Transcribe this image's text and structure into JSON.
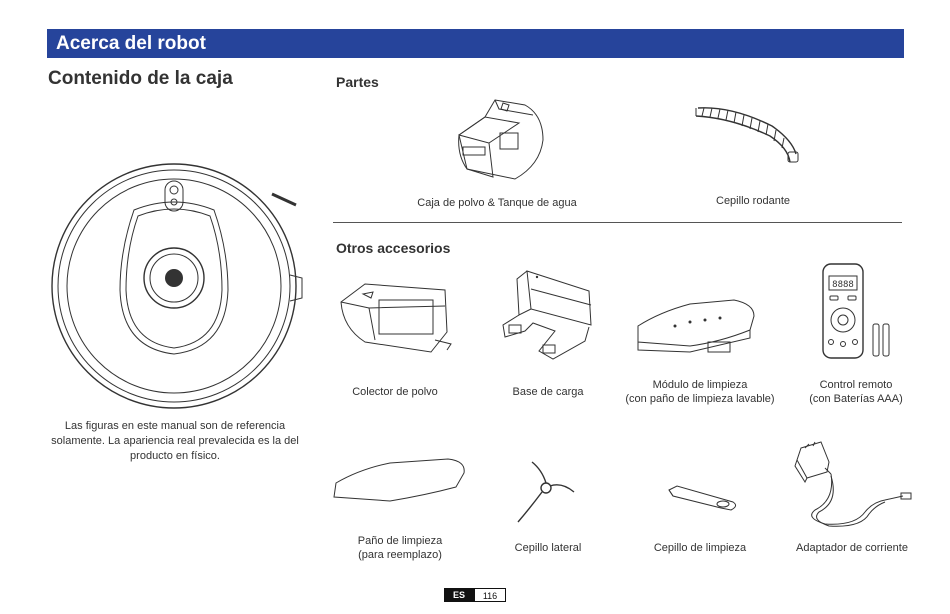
{
  "header": {
    "title": "Acerca del robot"
  },
  "section": {
    "title": "Contenido de la caja"
  },
  "parts": {
    "title": "Partes",
    "items": [
      {
        "label": "Caja de polvo  & Tanque de agua"
      },
      {
        "label": "Cepillo rodante"
      }
    ]
  },
  "accessories": {
    "title": "Otros accesorios",
    "items": [
      {
        "label": "Colector de polvo"
      },
      {
        "label": "Base de carga"
      },
      {
        "label": "Módulo de limpieza\n(con paño de limpieza lavable)"
      },
      {
        "label": "Control remoto\n(con Baterías AAA)"
      },
      {
        "label": "Paño de limpieza\n(para reemplazo)"
      },
      {
        "label": "Cepillo lateral"
      },
      {
        "label": "Cepillo de limpieza"
      },
      {
        "label": "Adaptador de corriente"
      }
    ]
  },
  "remote_display": "8888",
  "note": "Las figuras en este manual son de referencia solamente. La apariencia real prevalecida es la del producto en físico.",
  "footer": {
    "language": "ES",
    "page": "116"
  },
  "colors": {
    "banner": "#26449b"
  }
}
